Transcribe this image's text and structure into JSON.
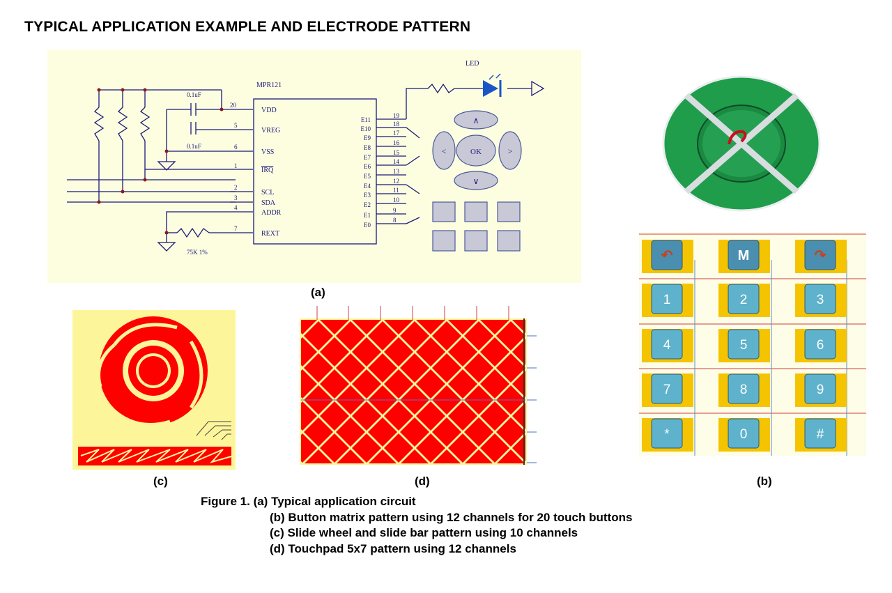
{
  "heading": "TYPICAL APPLICATION EXAMPLE AND ELECTRODE PATTERN",
  "labels": {
    "a": "(a)",
    "b": "(b)",
    "c": "(c)",
    "d": "(d)"
  },
  "caption": {
    "line1": "Figure 1. (a) Typical application circuit",
    "line2": "(b) Button matrix pattern using 12 channels for 20 touch buttons",
    "line3": "(c) Slide wheel and slide bar pattern using 10 channels",
    "line4": "(d) Touchpad 5x7 pattern using 12 channels"
  },
  "circuit": {
    "chip_name": "MPR121",
    "led_label": "LED",
    "cap_top": "0.1uF",
    "cap_bottom": "0.1uF",
    "resistor_label": "75K 1%",
    "left_pins": [
      {
        "num": "20",
        "name": "VDD"
      },
      {
        "num": "5",
        "name": "VREG"
      },
      {
        "num": "6",
        "name": "VSS"
      },
      {
        "num": "1",
        "name": "IRQ"
      },
      {
        "num": "2",
        "name": "SCL"
      },
      {
        "num": "3",
        "name": "SDA"
      },
      {
        "num": "4",
        "name": "ADDR"
      },
      {
        "num": "7",
        "name": "REXT"
      }
    ],
    "right_pins": [
      {
        "name": "E11",
        "num": "19"
      },
      {
        "name": "E10",
        "num": "18"
      },
      {
        "name": "E9",
        "num": "17"
      },
      {
        "name": "E8",
        "num": "16"
      },
      {
        "name": "E7",
        "num": "15"
      },
      {
        "name": "E6",
        "num": "14"
      },
      {
        "name": "E5",
        "num": "13"
      },
      {
        "name": "E4",
        "num": "12"
      },
      {
        "name": "E3",
        "num": "11"
      },
      {
        "name": "E2",
        "num": "10"
      },
      {
        "name": "E1",
        "num": "9"
      },
      {
        "name": "E0",
        "num": "8"
      }
    ],
    "buttons": {
      "up": "∧",
      "ok": "OK",
      "left": "<",
      "right": ">",
      "down": "∨"
    }
  },
  "keypad": {
    "top_row": [
      "↶",
      "M",
      "↷"
    ],
    "keys": [
      "1",
      "2",
      "3",
      "4",
      "5",
      "6",
      "7",
      "8",
      "9",
      "*",
      "0",
      "#"
    ]
  },
  "colors": {
    "circuit_bg": "#fdfde0",
    "wire": "#1a1a7a",
    "pad_red": "#ff0000",
    "pad_bg": "#fdf59a",
    "wheel_green": "#1f9d4a",
    "key_blue": "#5fb2cc",
    "key_gold": "#f5c400"
  }
}
